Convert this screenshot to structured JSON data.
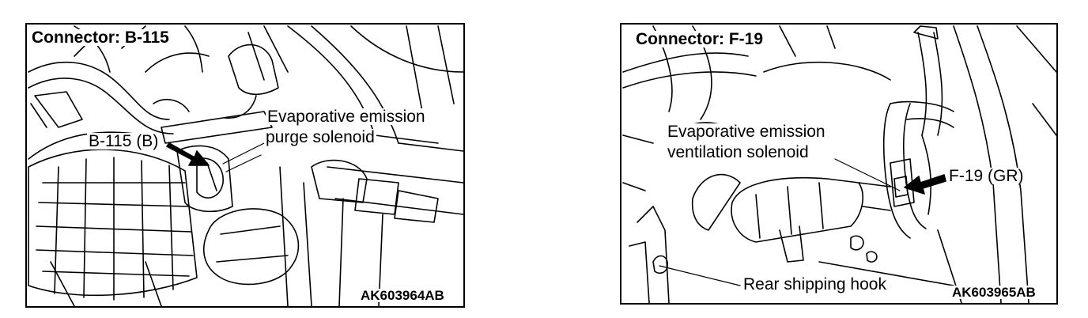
{
  "panels": [
    {
      "title": "Connector: B-115",
      "connector_label": "B-115 (B)",
      "callout_line1": "Evaporative emission",
      "callout_line2": "purge solenoid",
      "figure_code": "AK603964AB"
    },
    {
      "title": "Connector: F-19",
      "connector_label": "F-19 (GR)",
      "callout_line1": "Evaporative emission",
      "callout_line2": "ventilation solenoid",
      "hook_label": "Rear shipping hook",
      "figure_code": "AK603965AB"
    }
  ]
}
